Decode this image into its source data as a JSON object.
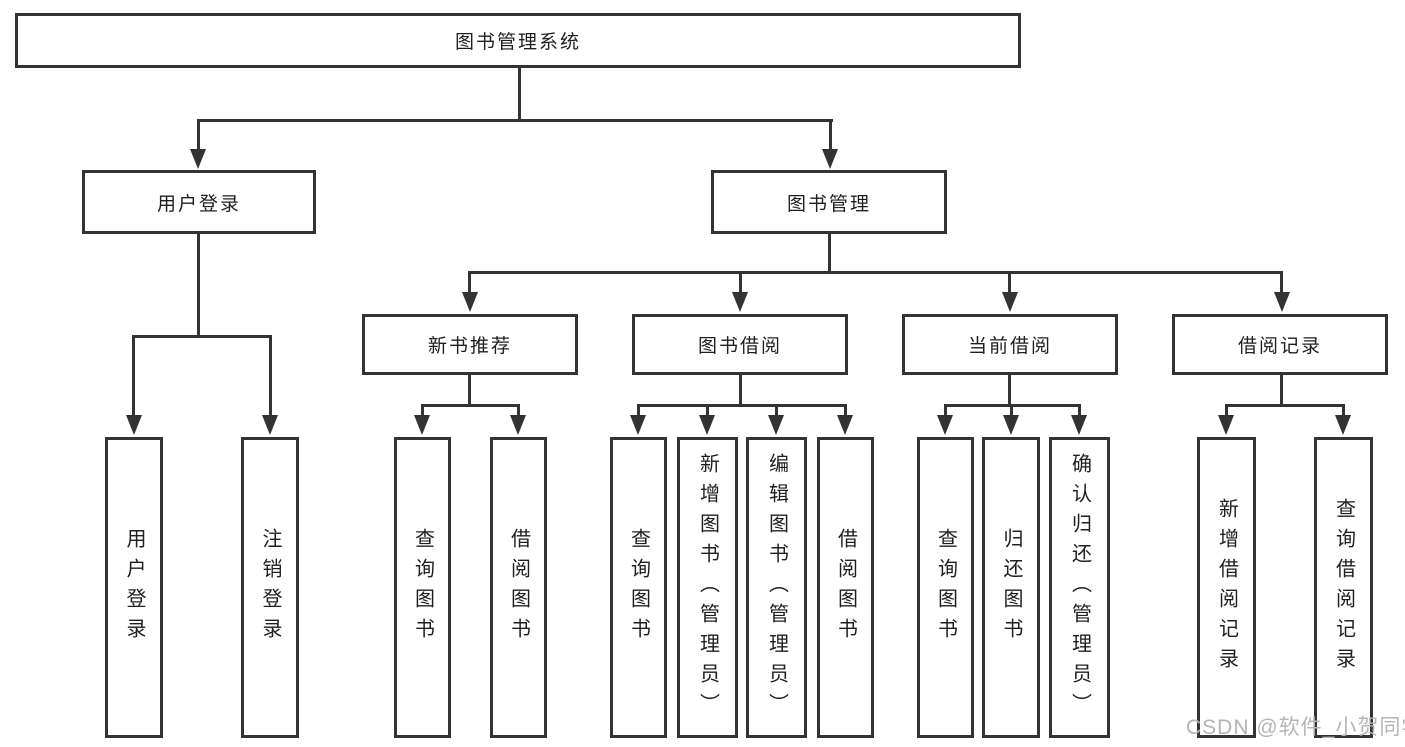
{
  "diagram": {
    "title": "图书管理系统",
    "root": {
      "label": "图书管理系统"
    },
    "branches": [
      {
        "label": "用户登录",
        "children": [
          {
            "label": "用户登录"
          },
          {
            "label": "注销登录"
          }
        ]
      },
      {
        "label": "图书管理",
        "children": [
          {
            "label": "新书推荐",
            "children": [
              {
                "label": "查询图书"
              },
              {
                "label": "借阅图书"
              }
            ]
          },
          {
            "label": "图书借阅",
            "children": [
              {
                "label": "查询图书"
              },
              {
                "label": "新增图书（管理员）"
              },
              {
                "label": "编辑图书（管理员）"
              },
              {
                "label": "借阅图书"
              }
            ]
          },
          {
            "label": "当前借阅",
            "children": [
              {
                "label": "查询图书"
              },
              {
                "label": "归还图书"
              },
              {
                "label": "确认归还（管理员）"
              }
            ]
          },
          {
            "label": "借阅记录",
            "children": [
              {
                "label": "新增借阅记录"
              },
              {
                "label": "查询借阅记录"
              }
            ]
          }
        ]
      }
    ]
  },
  "watermark": {
    "text": "CSDN @软件_小贺同学"
  },
  "colors": {
    "line": "#333333",
    "box_border": "#333333",
    "text": "#1f1f1f",
    "watermark": "#b5b5b5",
    "background": "#ffffff"
  }
}
